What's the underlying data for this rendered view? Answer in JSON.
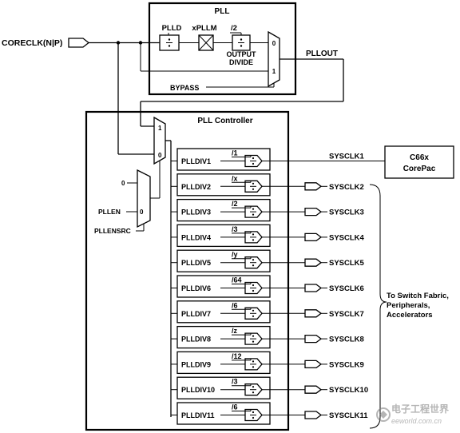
{
  "input_signal": "CORECLK(N|P)",
  "pll": {
    "title": "PLL",
    "plld": "PLLD",
    "xpllm": "xPLLM",
    "div2": "/2",
    "output_divide": [
      "OUTPUT",
      "DIVIDE"
    ],
    "mux_in0": "0",
    "mux_in1": "1",
    "bypass": "BYPASS",
    "pllout": "PLLOUT"
  },
  "controller": {
    "title": "PLL Controller",
    "mux1_in1": "1",
    "mux1_in0": "0",
    "mux2_in_top": "0",
    "mux2_in_bottom": "0",
    "pllen": "PLLEN",
    "pllensrc": "PLLENSRC"
  },
  "dividers": [
    {
      "name": "PLLDIV1",
      "ratio": "/1",
      "output": "SYSCLK1"
    },
    {
      "name": "PLLDIV2",
      "ratio": "/x",
      "output": "SYSCLK2"
    },
    {
      "name": "PLLDIV3",
      "ratio": "/2",
      "output": "SYSCLK3"
    },
    {
      "name": "PLLDIV4",
      "ratio": "/3",
      "output": "SYSCLK4"
    },
    {
      "name": "PLLDIV5",
      "ratio": "/y",
      "output": "SYSCLK5"
    },
    {
      "name": "PLLDIV6",
      "ratio": "/64",
      "output": "SYSCLK6"
    },
    {
      "name": "PLLDIV7",
      "ratio": "/6",
      "output": "SYSCLK7"
    },
    {
      "name": "PLLDIV8",
      "ratio": "/z",
      "output": "SYSCLK8"
    },
    {
      "name": "PLLDIV9",
      "ratio": "/12",
      "output": "SYSCLK9"
    },
    {
      "name": "PLLDIV10",
      "ratio": "/3",
      "output": "SYSCLK10"
    },
    {
      "name": "PLLDIV11",
      "ratio": "/6",
      "output": "SYSCLK11"
    }
  ],
  "corepac": [
    "C66x",
    "CorePac"
  ],
  "destination": [
    "To Switch Fabric,",
    "Peripherals,",
    "Accelerators"
  ],
  "watermark": {
    "text": "电子工程世界",
    "url": "eeworld.com.cn"
  }
}
